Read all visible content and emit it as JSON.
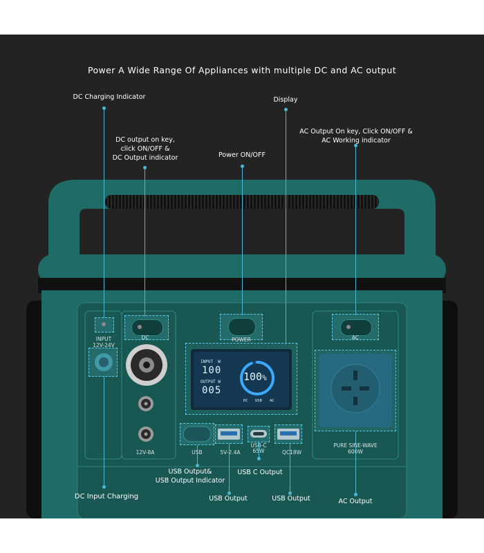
{
  "headline": "Power A Wide Range Of Appliances with multiple DC and AC output",
  "callouts": {
    "dc_charging_indicator": "DC Charging Indicator",
    "display": "Display",
    "dc_output_key": [
      "DC output on key,",
      "click ON/OFF &",
      "DC Output indicator"
    ],
    "power_onoff": "Power ON/OFF",
    "ac_output_key": [
      "AC Output On key, Click ON/OFF &",
      "AC Working indicator"
    ],
    "usb_output_indicator": [
      "USB Output&",
      "USB Output Indicator"
    ],
    "usb_c_output": "USB C Output",
    "dc_input_charging": "DC Input Charging",
    "usb_output_1": "USB Output",
    "usb_output_2": "USB Output",
    "ac_output": "AC Output"
  },
  "panel": {
    "input_label": [
      "INPUT",
      "12V-24V"
    ],
    "dc_label": "DC",
    "power_label": "POWER",
    "ac_label": "AC",
    "dc_rating": "12V-8A",
    "usb_label": "USB",
    "usb_a_rating": "5V-2.4A",
    "usb_c_rating": [
      "USB-C",
      "65W"
    ],
    "qc_rating": "QC18W",
    "ac_rating": [
      "PURE SINE-WAVE",
      "600W"
    ]
  },
  "display": {
    "input_label": "INPUT",
    "input_unit": "W",
    "input_value": "100",
    "output_label": "OUTPUT",
    "output_unit": "W",
    "output_value": "005",
    "battery_value": "100",
    "battery_unit": "%",
    "battery_level": 1.0,
    "dc_tag": "DC",
    "usb_tag": "USB",
    "ac_tag": "AC"
  },
  "colors": {
    "body": "#1f6b66",
    "body_dark": "#185752",
    "accent": "#4db8d6",
    "background": "#232323"
  }
}
